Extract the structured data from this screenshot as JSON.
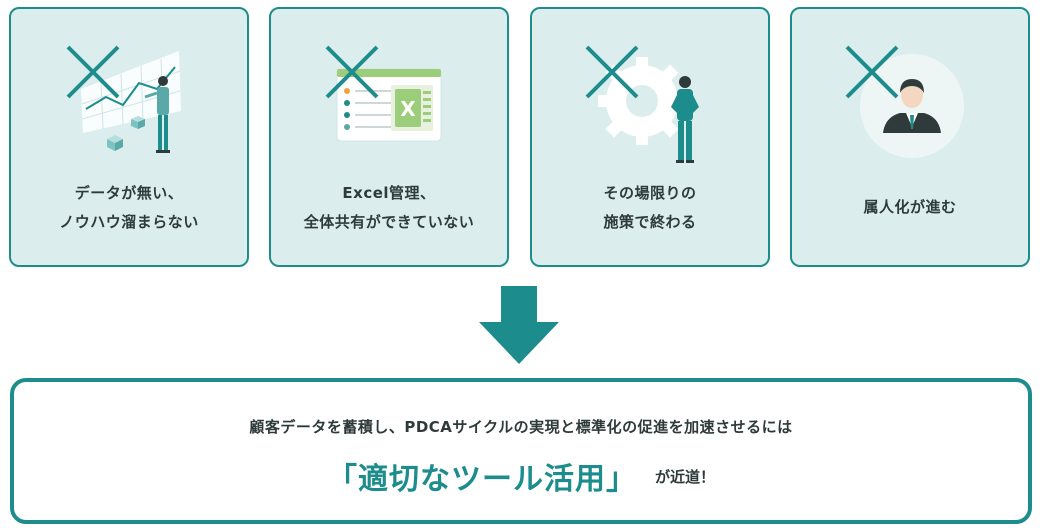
{
  "colors": {
    "accent": "#1d8c8d",
    "card_background": "#dcedee",
    "text": "#2f3a3a"
  },
  "cards": [
    {
      "icon": "chart-presenter-icon",
      "lines": [
        "データが無い、",
        "ノウハウ溜まらない"
      ]
    },
    {
      "icon": "excel-spreadsheet-icon",
      "lines": [
        "Excel管理、",
        "全体共有ができていない"
      ]
    },
    {
      "icon": "gear-person-icon",
      "lines": [
        "その場限りの",
        "施策で終わる"
      ]
    },
    {
      "icon": "person-avatar-icon",
      "lines": [
        "属人化が進む"
      ]
    }
  ],
  "result": {
    "subtitle": "顧客データを蓄積し、PDCAサイクルの実現と標準化の促進を加速させるには",
    "highlight": "「適切なツール活用」",
    "suffix": "が近道！"
  }
}
